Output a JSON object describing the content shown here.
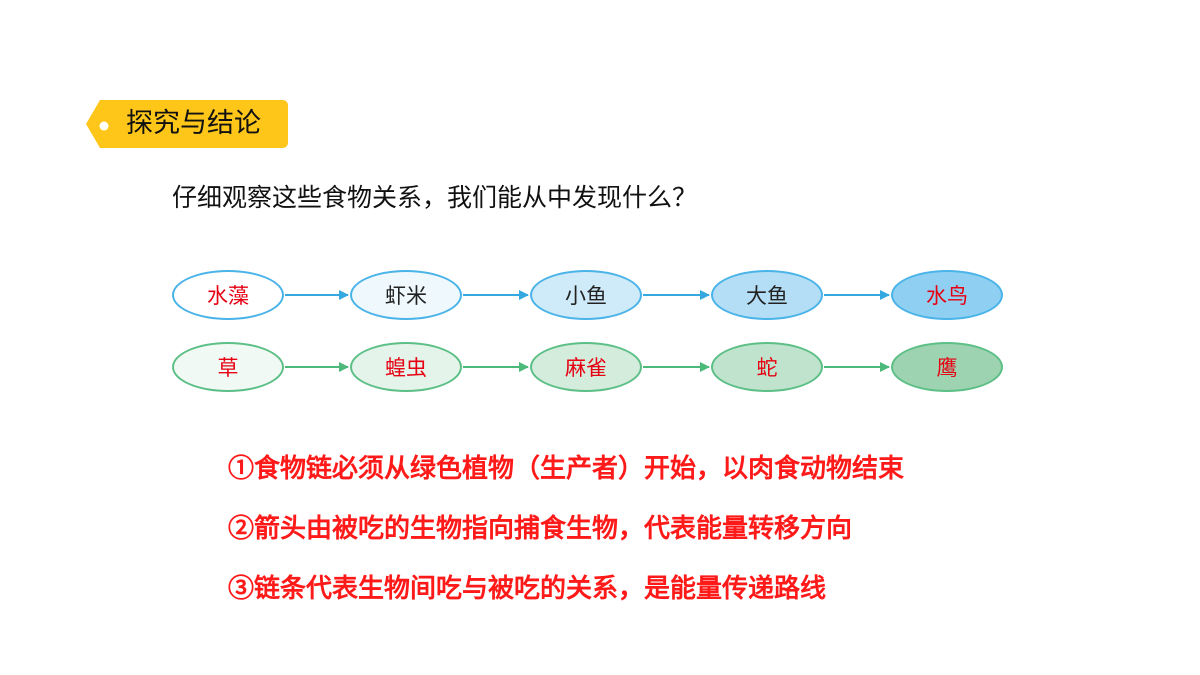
{
  "section_tag": "探究与结论",
  "question": "仔细观察这些食物关系，我们能从中发现什么？",
  "chains": [
    {
      "nodes": [
        {
          "label": "水藻",
          "text_color": "#e60012",
          "fill": "#ffffff",
          "border": "#4ab3e8"
        },
        {
          "label": "虾米",
          "text_color": "#222222",
          "fill": "#eef8fd",
          "border": "#4ab3e8"
        },
        {
          "label": "小鱼",
          "text_color": "#222222",
          "fill": "#cfeaf8",
          "border": "#4ab3e8"
        },
        {
          "label": "大鱼",
          "text_color": "#222222",
          "fill": "#b3def5",
          "border": "#4ab3e8"
        },
        {
          "label": "水鸟",
          "text_color": "#e60012",
          "fill": "#8fd0f2",
          "border": "#4ab3e8"
        }
      ],
      "arrow_color": "#35a8e0"
    },
    {
      "nodes": [
        {
          "label": "草",
          "text_color": "#e60012",
          "fill": "#f0f9f3",
          "border": "#5cbf86"
        },
        {
          "label": "蝗虫",
          "text_color": "#e60012",
          "fill": "#e4f4ea",
          "border": "#5cbf86"
        },
        {
          "label": "麻雀",
          "text_color": "#e60012",
          "fill": "#d3ecdc",
          "border": "#5cbf86"
        },
        {
          "label": "蛇",
          "text_color": "#e60012",
          "fill": "#bfe3cc",
          "border": "#5cbf86"
        },
        {
          "label": "鹰",
          "text_color": "#e60012",
          "fill": "#9dd3b1",
          "border": "#5cbf86"
        }
      ],
      "arrow_color": "#4cb87a"
    }
  ],
  "conclusions": [
    "①食物链必须从绿色植物（生产者）开始，以肉食动物结束",
    "②箭头由被吃的生物指向捕食生物，代表能量转移方向",
    "③链条代表生物间吃与被吃的关系，是能量传递路线"
  ],
  "colors": {
    "tag_fill": "#ffc61a",
    "conclusion_text": "#ff1a1a"
  }
}
